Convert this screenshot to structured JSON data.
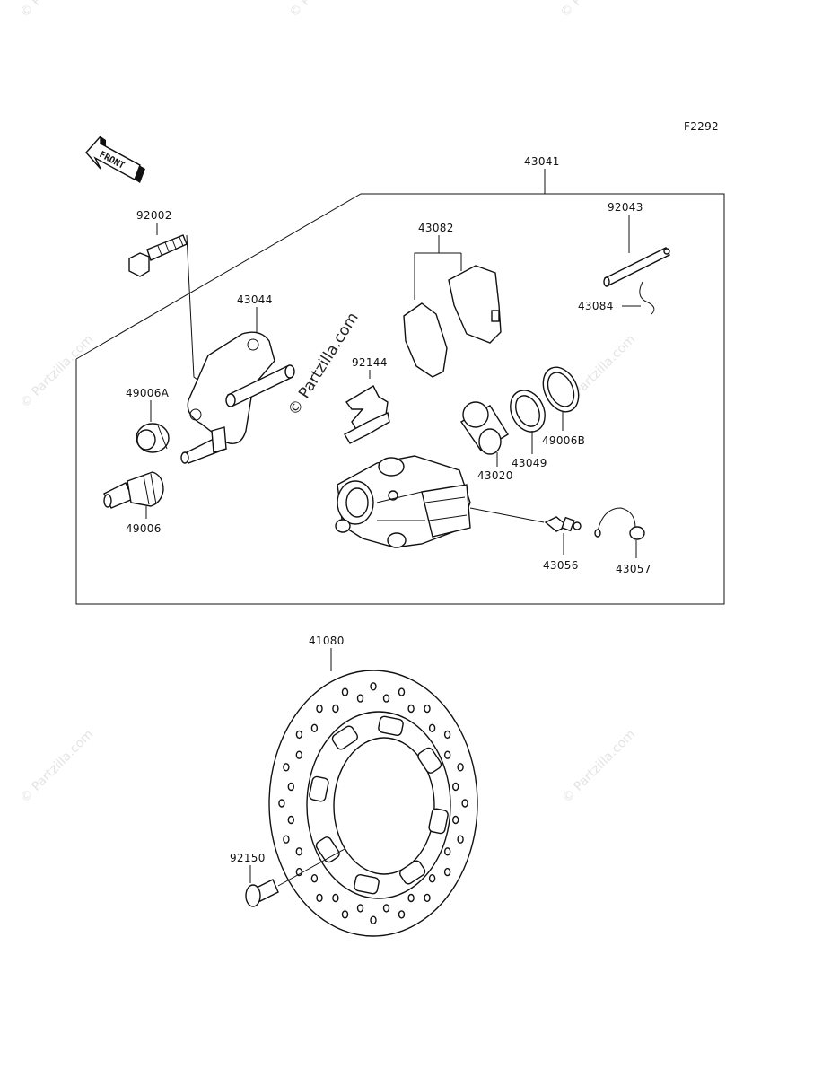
{
  "diagram": {
    "figure_code": "F2292",
    "front_label": "FRONT",
    "watermark_center": "© Partzilla.com",
    "watermark_corner": "© Partzilla.com",
    "parts": {
      "p43041": "43041",
      "p92002": "92002",
      "p43044": "43044",
      "p43082": "43082",
      "p92043": "92043",
      "p43084": "43084",
      "p92144": "92144",
      "p49006A": "49006A",
      "p49006": "49006",
      "p43020": "43020",
      "p43049": "43049",
      "p49006B": "49006B",
      "p43056": "43056",
      "p43057": "43057",
      "p41080": "41080",
      "p92150": "92150"
    }
  }
}
